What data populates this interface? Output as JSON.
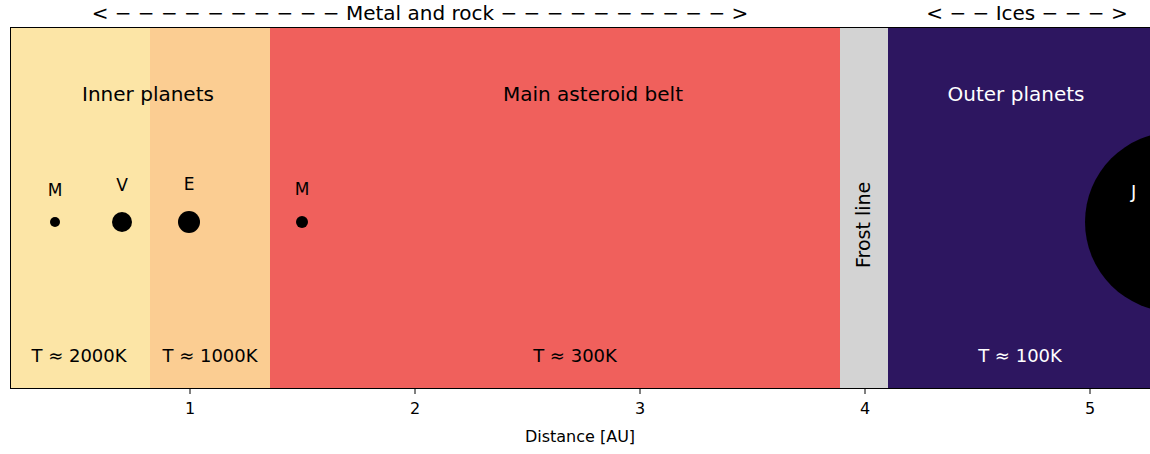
{
  "diagram": {
    "nodes": [
      {
        "text": [
          "T ≈ 2000K"
        ]
      },
      {
        "text": [
          "T ≈ 1000K"
        ]
      },
      {
        "text": [
          "Main asteroid belt",
          "T ≈ 300K"
        ]
      },
      {
        "text": [
          "Frost line"
        ]
      },
      {
        "text": [
          "Outer planets",
          "T ≈ 100K"
        ]
      },
      {
        "text": [
          "M"
        ],
        "in": 0
      },
      {
        "text": [
          "V"
        ],
        "in": 0
      },
      {
        "text": [
          "E"
        ],
        "in": 1
      },
      {
        "text": [
          "M"
        ],
        "in": 2
      },
      {
        "text": [
          "J"
        ],
        "in": 4
      }
    ],
    "edges": [],
    "labels": [
      "< − − − − − − − − − − Metal and rock − − − − − − − − − − >",
      "< − − Ices − − − >",
      "Inner planets",
      "1",
      "2",
      "3",
      "4",
      "5",
      "Distance [AU]"
    ]
  }
}
